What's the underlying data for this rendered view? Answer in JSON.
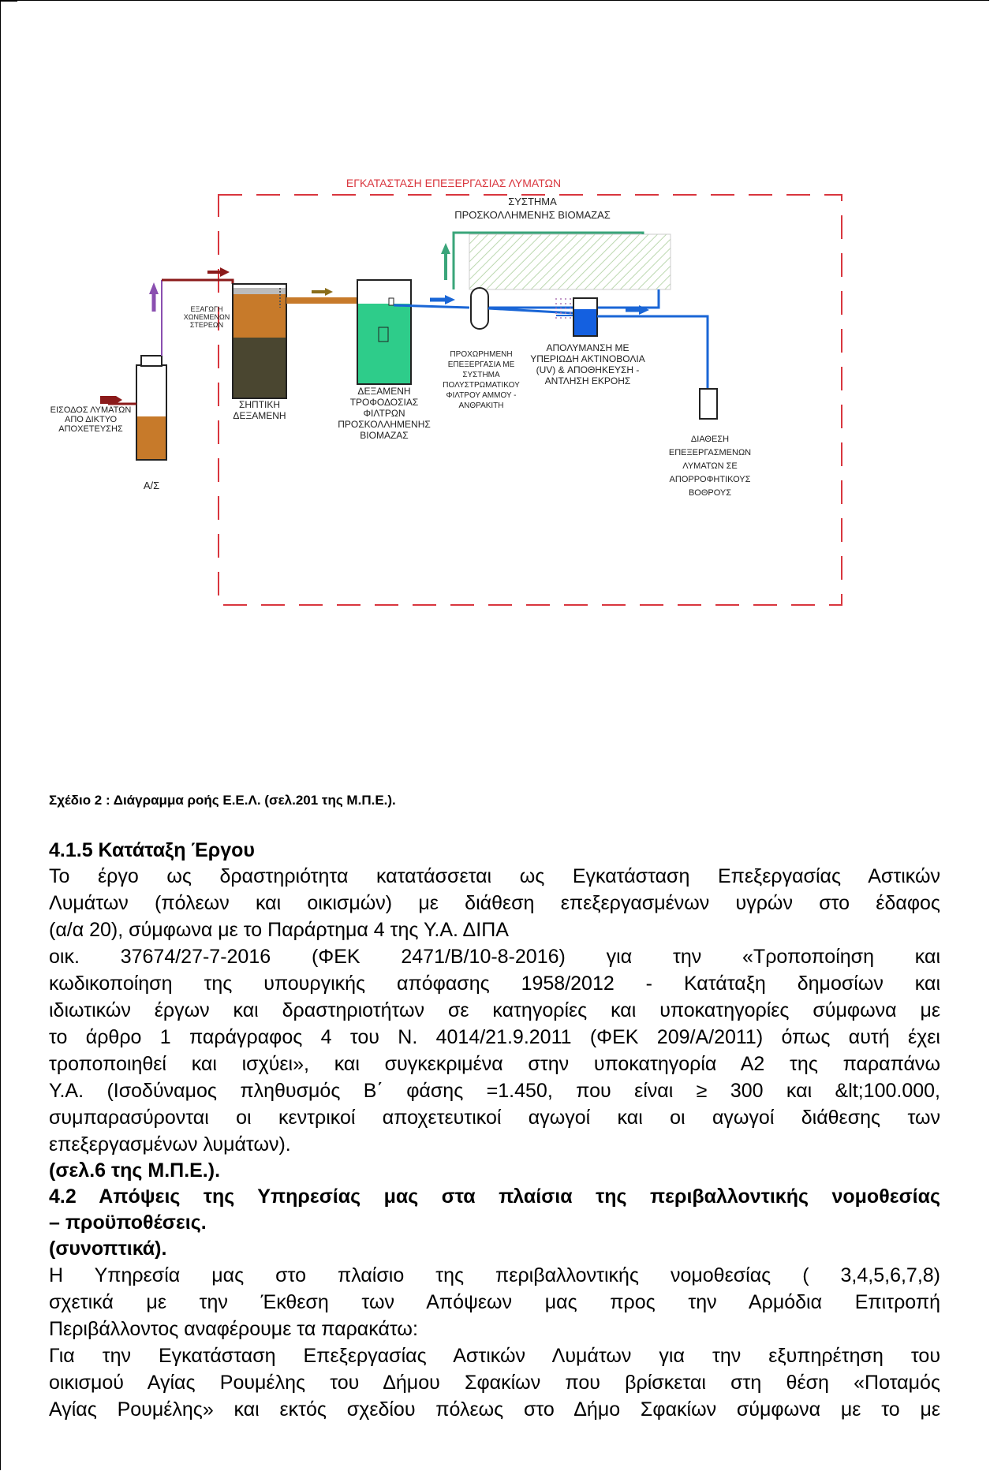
{
  "diagram": {
    "title": "ΕΓΚΑΤΑΣΤΑΣΗ ΕΠΕΞΕΡΓΑΣΙΑΣ ΛΥΜΑΤΩΝ",
    "biomass_system": [
      "ΣΥΣΤΗΜΑ",
      "ΠΡΟΣΚΟΛΛΗΜΕΝΗΣ ΒΙΟΜΑΖΑΣ"
    ],
    "inlet": [
      "ΕΙΣΟΔΟΣ ΛΥΜΑΤΩΝ",
      "ΑΠΟ ΔΙΚΤΥΟ",
      "ΑΠΟΧΕΤΕΥΣΗΣ"
    ],
    "pump_station": "Α/Σ",
    "sludge_extraction": [
      "ΕΞΑΓΩΓΗ",
      "ΧΩΝΕΜΕΝΩΝ",
      "ΣΤΕΡΕΩΝ"
    ],
    "septic_tank": [
      "ΣΗΠΤΙΚΗ",
      "ΔΕΞΑΜΕΝΗ"
    ],
    "feed_tank": [
      "ΔΕΞΑΜΕΝΗ",
      "ΤΡΟΦΟΔΟΣΙΑΣ",
      "ΦΙΛΤΡΩΝ",
      "ΠΡΟΣΚΟΛΛΗΜΕΝΗΣ",
      "ΒΙΟΜΑΖΑΣ"
    ],
    "advanced_treatment": [
      "ΠΡΟΧΩΡΗΜΕΝΗ",
      "ΕΠΕΞΕΡΓΑΣΙΑ ΜΕ",
      "ΣΥΣΤΗΜΑ",
      "ΠΟΛΥΣΤΡΩΜΑΤΙΚΟΥ",
      "ΦΙΛΤΡΟΥ ΑΜΜΟΥ -",
      "ΑΝΘΡΑΚΙΤΗ"
    ],
    "uv_disinfection": [
      "ΑΠΟΛΥΜΑΝΣΗ ΜΕ",
      "ΥΠΕΡΙΩΔΗ ΑΚΤΙΝΟΒΟΛΙΑ",
      "(UV) & ΑΠΟΘΗΚΕΥΣΗ -",
      "ΑΝΤΛΗΣΗ ΕΚΡΟΗΣ"
    ],
    "disposal": [
      "ΔΙΑΘΕΣΗ",
      "ΕΠΕΞΕΡΓΑΣΜΕΝΩΝ",
      "ΛΥΜΑΤΩΝ ΣΕ",
      "ΑΠΟΡΡΟΦΗΤΙΚΟΥΣ",
      "ΒΟΘΡΟΥΣ"
    ],
    "colors": {
      "frame": "#d9363e",
      "sewage": "#8b1a1a",
      "sludge": "#c77a2a",
      "dark": "#4a4630",
      "feed": "#2ecc8a",
      "pipe_green": "#3aa57a",
      "pipe_blue": "#1a66d6",
      "uv": "#1460e0",
      "lift": "#8a4fb0",
      "transfer": "#8a6d1a"
    }
  },
  "caption": "Σχέδιο 2 : Διάγραμμα ροής Ε.Ε.Λ. (σελ.201  της Μ.Π.Ε.).",
  "section_415": {
    "heading": "4.1.5 Κατάταξη Έργου",
    "lines": [
      "Το έργο ως δραστηριότητα κατατάσσεται ως Εγκατάσταση Επεξεργασίας Αστικών",
      "Λυμάτων (πόλεων και οικισμών) με διάθεση επεξεργασμένων υγρών στο έδαφος",
      "(α/α 20), σύμφωνα με το Παράρτημα 4 της Υ.Α. ΔΙΠΑ",
      "οικ. 37674/27-7-2016 (ΦΕΚ 2471/Β/10-8-2016) για την «Τροποποίηση και",
      "κωδικοποίηση της υπουργικής απόφασης 1958/2012 - Κατάταξη δημοσίων και",
      "ιδιωτικών έργων και δραστηριοτήτων σε κατηγορίες και υποκατηγορίες σύμφωνα με",
      "το άρθρο 1 παράγραφος 4 του Ν. 4014/21.9.2011 (ΦΕΚ 209/Α/2011) όπως αυτή έχει",
      "τροποποιηθεί και ισχύει», και συγκεκριμένα στην υποκατηγορία Α2 της παραπάνω",
      "Υ.Α. (Ισοδύναμος πληθυσμός Β΄ φάσης =1.450, που είναι ≥ 300 και &lt;100.000,",
      "συμπαρασύρονται οι κεντρικοί αποχετευτικοί αγωγοί και οι αγωγοί διάθεσης των",
      "επεξεργασμένων λυμάτων)."
    ],
    "ref": "(σελ.6  της Μ.Π.Ε.)."
  },
  "section_42": {
    "heading_line1": "4.2 Απόψεις της Υπηρεσίας μας στα πλαίσια της περιβαλλοντικής νομοθεσίας",
    "heading_line2": "– προϋποθέσεις.",
    "summary": "(συνοπτικά).",
    "para1": [
      " Η Υπηρεσία μας στο πλαίσιο  της περιβαλλοντικής νομοθεσίας ( 3,4,5,6,7,8)",
      "σχετικά με την Έκθεση των Απόψεων μας προς την Αρμόδια Επιτροπή",
      "Περιβάλλοντος  αναφέρουμε τα παρακάτω:"
    ],
    "para2": [
      "Για την  Εγκατάσταση  Επεξεργασίας Αστικών Λυμάτων για την εξυπηρέτηση του",
      "οικισμού Αγίας Ρουμέλης του Δήμου Σφακίων που βρίσκεται στη θέση «Ποταμός",
      "Αγίας Ρουμέλης»  και εκτός σχεδίου πόλεως στο Δήμο Σφακίων σύμφωνα με το με"
    ]
  }
}
